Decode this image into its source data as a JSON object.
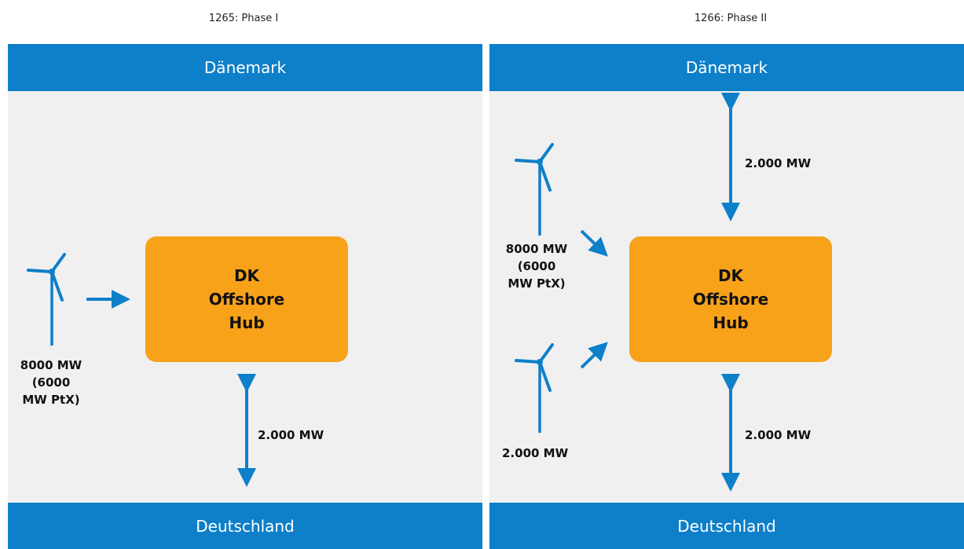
{
  "phase1": {
    "caption": "1265: Phase I",
    "top_band": "Dänemark",
    "bottom_band": "Deutschland",
    "hub": {
      "line1": "DK",
      "line2": "Offshore",
      "line3": "Hub"
    },
    "wind_label": {
      "line1": "8000 MW",
      "line2": "(6000",
      "line3": "MW PtX)"
    },
    "link_de": "2.000 MW"
  },
  "phase2": {
    "caption": "1266: Phase II",
    "top_band": "Dänemark",
    "bottom_band": "Deutschland",
    "hub": {
      "line1": "DK",
      "line2": "Offshore",
      "line3": "Hub"
    },
    "wind_label_1": {
      "line1": "8000 MW",
      "line2": "(6000",
      "line3": "MW PtX)"
    },
    "wind_label_2": "2.000 MW",
    "link_dk": "2.000 MW",
    "link_de": "2.000 MW"
  },
  "colors": {
    "band": "#0e7fc9",
    "hub": "#f8a21a",
    "arrow": "#0e7fc9",
    "panel": "#f0f0f0"
  },
  "icons": [
    "wind-turbine-icon",
    "arrow-icon",
    "double-arrow-icon"
  ]
}
